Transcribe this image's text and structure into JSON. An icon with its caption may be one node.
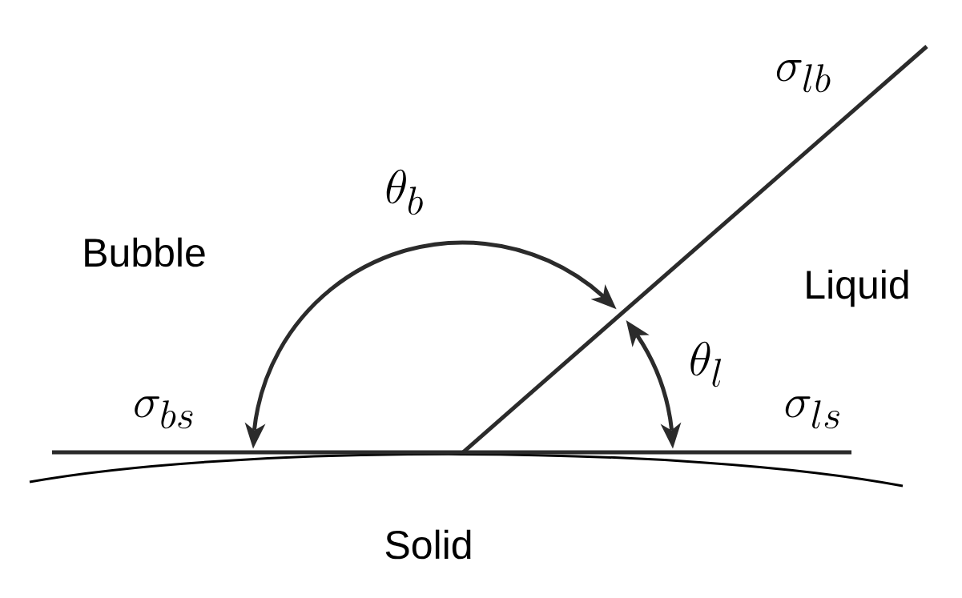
{
  "diagram": {
    "labels": [
      "\\sigma_{lb}",
      "\\theta_b",
      "Bubble",
      "Liquid",
      "\\theta_l",
      "\\sigma_{bs}",
      "\\sigma_{ls}",
      "Solid"
    ]
  }
}
